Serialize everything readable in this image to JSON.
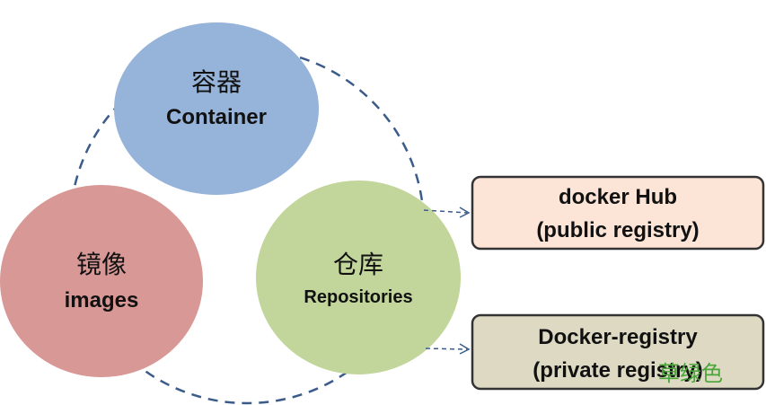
{
  "colors": {
    "container_fill": "#96b3da",
    "images_fill": "#d89896",
    "repositories_fill": "#c2d69c",
    "hub_fill": "#fce4d6",
    "private_fill": "#ddd9c3",
    "connector": "#3b5c8a",
    "box_border": "#333333",
    "watermark": "#4aa63a"
  },
  "circles": {
    "container": {
      "label_cn": "容器",
      "label_en": "Container"
    },
    "images": {
      "label_cn": "镜像",
      "label_en": "images"
    },
    "repositories": {
      "label_cn": "仓库",
      "label_en": "Repositories"
    }
  },
  "boxes": {
    "hub": {
      "line1": "docker Hub",
      "line2": "(public registry)"
    },
    "private": {
      "line1": "Docker-registry",
      "line2": "(private registry)"
    }
  },
  "watermark": "草绿色"
}
